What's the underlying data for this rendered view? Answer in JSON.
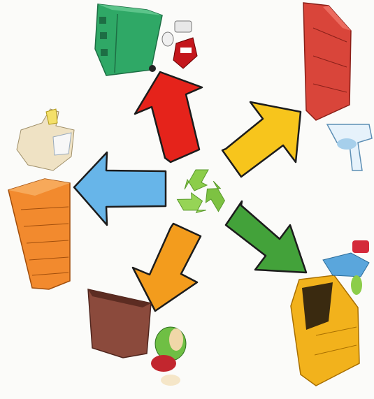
{
  "diagram": {
    "center": {
      "icon": "recycle-icon",
      "color": "#7dc242"
    },
    "spokes": [
      {
        "arrow_color": "#e5231b",
        "bin": "green-wheelie-bin",
        "bin_color": "#2fa866",
        "waste": "metal-cans",
        "waste_icon": "tin-can-icon"
      },
      {
        "arrow_color": "#f7c51c",
        "bin": "red-skip-container",
        "bin_color": "#d9453a",
        "waste": "plastic",
        "waste_icon": "plastic-bottle-icon"
      },
      {
        "arrow_color": "#43a23a",
        "bin": "yellow-container",
        "bin_color": "#f2b21c",
        "waste": "plastic-packaging",
        "waste_icon": "spray-bottle-icon"
      },
      {
        "arrow_color": "#f39c1d",
        "bin": "brown-bin",
        "bin_color": "#8b4a3c",
        "waste": "organic",
        "waste_icon": "food-scraps-icon"
      },
      {
        "arrow_color": "#67b5e9",
        "bin": "orange-bin",
        "bin_color": "#f28a2e",
        "waste": "paper",
        "waste_icon": "crumpled-paper-icon"
      }
    ]
  }
}
